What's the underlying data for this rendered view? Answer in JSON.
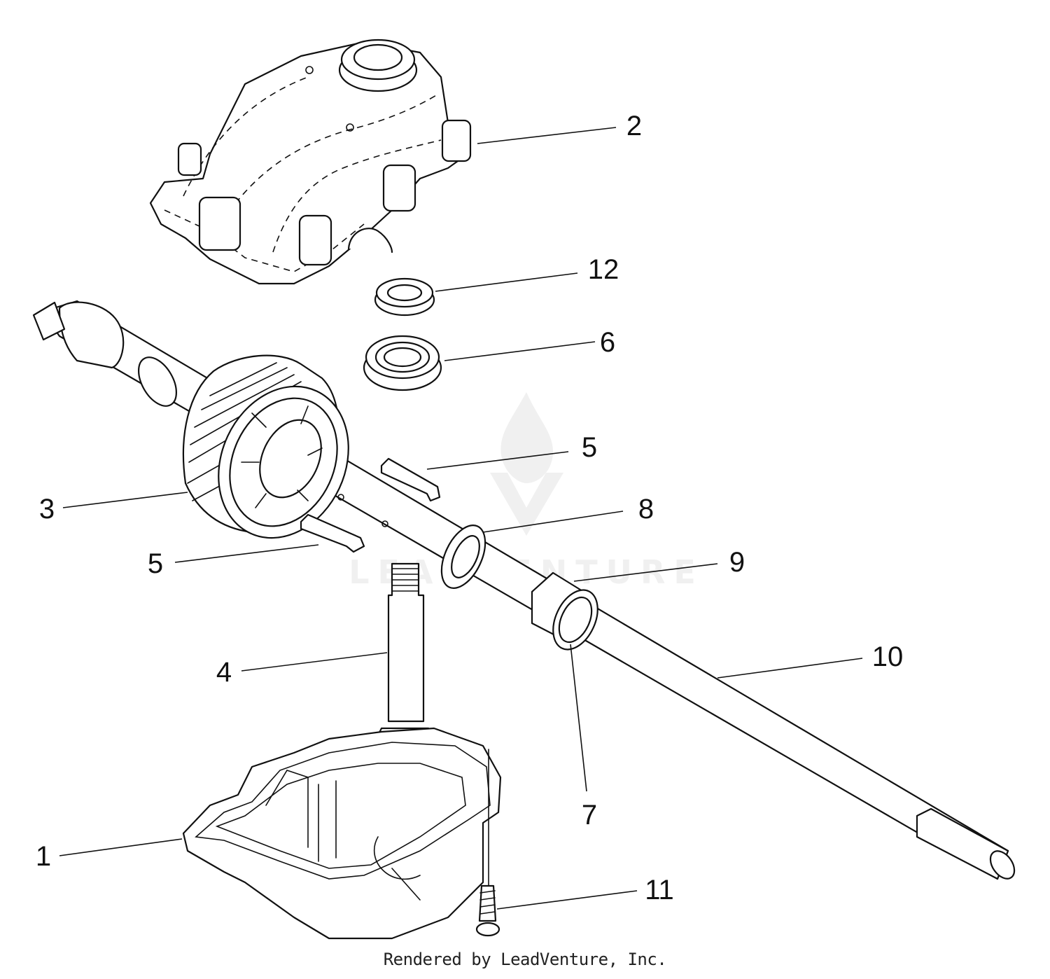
{
  "diagram": {
    "callouts": [
      {
        "id": "c2",
        "label": "2"
      },
      {
        "id": "c12",
        "label": "12"
      },
      {
        "id": "c6",
        "label": "6"
      },
      {
        "id": "c5a",
        "label": "5"
      },
      {
        "id": "c3",
        "label": "3"
      },
      {
        "id": "c8",
        "label": "8"
      },
      {
        "id": "c5b",
        "label": "5"
      },
      {
        "id": "c9",
        "label": "9"
      },
      {
        "id": "c4",
        "label": "4"
      },
      {
        "id": "c10",
        "label": "10"
      },
      {
        "id": "c7",
        "label": "7"
      },
      {
        "id": "c1",
        "label": "1"
      },
      {
        "id": "c11",
        "label": "11"
      }
    ],
    "watermark": "LEADVENTURE",
    "footer": "Rendered by LeadVenture, Inc.",
    "colors": {
      "line": "#111111",
      "background": "#ffffff",
      "watermark": "#e4e4e4"
    }
  }
}
